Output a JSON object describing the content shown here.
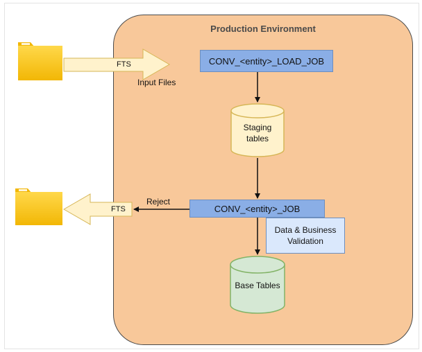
{
  "environment": {
    "title": "Production Environment"
  },
  "jobs": {
    "load_job": "CONV_<entity>_LOAD_JOB",
    "job": "CONV_<entity>_JOB"
  },
  "stores": {
    "staging": [
      "Staging",
      "tables"
    ],
    "base": "Base Tables"
  },
  "validation": [
    "Data & Business",
    "Validation"
  ],
  "transfers": {
    "input_protocol": "FTS",
    "input_label": "Input Files",
    "reject_protocol": "FTS",
    "reject_label": "Reject"
  },
  "icons": {
    "input_folder": "folder-icon",
    "reject_folder": "folder-icon"
  },
  "colors": {
    "environment": "#f8c89a",
    "job": "#8aaee6",
    "validation": "#dae8fc",
    "staging": "#fff2cc",
    "base": "#d5e8d4",
    "folder": "#f5c518",
    "arrow": "#fff2cc"
  }
}
